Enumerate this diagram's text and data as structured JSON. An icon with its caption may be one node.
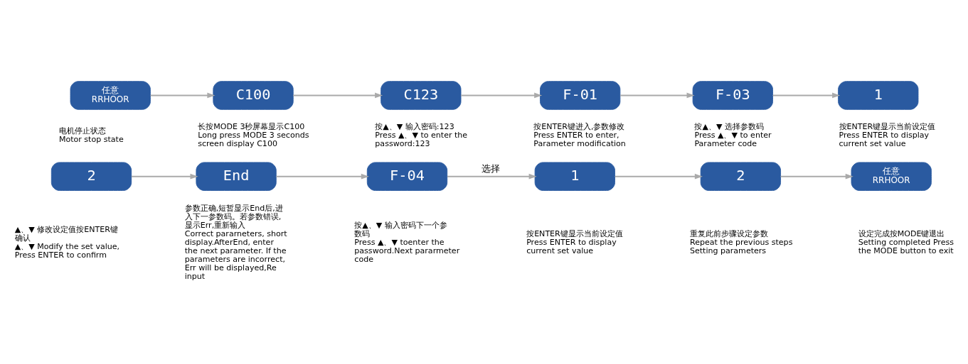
{
  "diagram": {
    "nodes": [
      {
        "text": [
          "任意",
          "RRHOOR"
        ],
        "beside": [
          "电机停止状态",
          "Motor stop state"
        ]
      },
      {
        "text": [
          "C100"
        ],
        "beside": [
          "长按MODE 3秒屏幕显示C100",
          "Long press MODE 3 seconds screen display C100"
        ]
      },
      {
        "text": [
          "C123"
        ],
        "beside": [
          "按▲、▼ 输入密码:123",
          "Press ▲、▼ to enter the password:123"
        ]
      },
      {
        "text": [
          "F-01"
        ],
        "beside": [
          "按ENTER键进入,参数修改",
          "Press ENTER to enter, Parameter modification"
        ]
      },
      {
        "text": [
          "F-03"
        ],
        "beside": [
          "按▲、▼ 选择参数码",
          "Press ▲、▼ to enter Parameter code"
        ]
      },
      {
        "text": [
          "1"
        ],
        "beside": [
          "按ENTER键显示当前设定值",
          "Press ENTER to display current set value"
        ]
      },
      {
        "text": [
          "2"
        ],
        "beside": [
          "▲、▼ 修改设定值按ENTER键确认",
          "▲、▼ Modify the set value, Press ENTER to confirm"
        ]
      },
      {
        "text": [
          "End"
        ],
        "beside": [
          "参数正确,短暂显示End后,进入下一参数码。若参数错误,显示Err,重新输入",
          "Correct pararneters, short display.AfterEnd, enter the next parameter. If the parameters are incorrect, Err will be displayed,Re input"
        ]
      },
      {
        "text": [
          "F-04"
        ],
        "beside": [
          "按▲、▼ 输入密码下一个参数码",
          "Press ▲、▼ toenter the password.Next pararmeter code"
        ]
      },
      {
        "text": [
          "1"
        ],
        "beside": [
          "按ENTER键显示当前设定值",
          "Press ENTER to display current set value"
        ]
      },
      {
        "text": [
          "2"
        ],
        "beside": [
          "重复此前步骤设定参数",
          "Repeat the previous steps Setting parameters"
        ]
      },
      {
        "text": [
          "任意",
          "RRHOOR"
        ],
        "beside": [
          "设定完成按MODE键退出",
          "Setting completed Press the MODE button to exit"
        ]
      }
    ],
    "edges": [
      {
        "from": 0,
        "to": 1,
        "arrow": "to"
      },
      {
        "from": 1,
        "to": 2,
        "arrow": "to"
      },
      {
        "from": 2,
        "to": 3,
        "arrow": "to"
      },
      {
        "from": 3,
        "to": 4,
        "arrow": "to"
      },
      {
        "from": 4,
        "to": 5,
        "arrow": "to"
      },
      {
        "from": 6,
        "to": 7,
        "arrow": "to"
      },
      {
        "from": 7,
        "to": 8,
        "arrow": "to"
      },
      {
        "from": 8,
        "to": 9,
        "arrow": "to",
        "label": "选择"
      },
      {
        "from": 9,
        "to": 10,
        "arrow": "to"
      },
      {
        "from": 10,
        "to": 11,
        "arrow": "to"
      }
    ]
  }
}
